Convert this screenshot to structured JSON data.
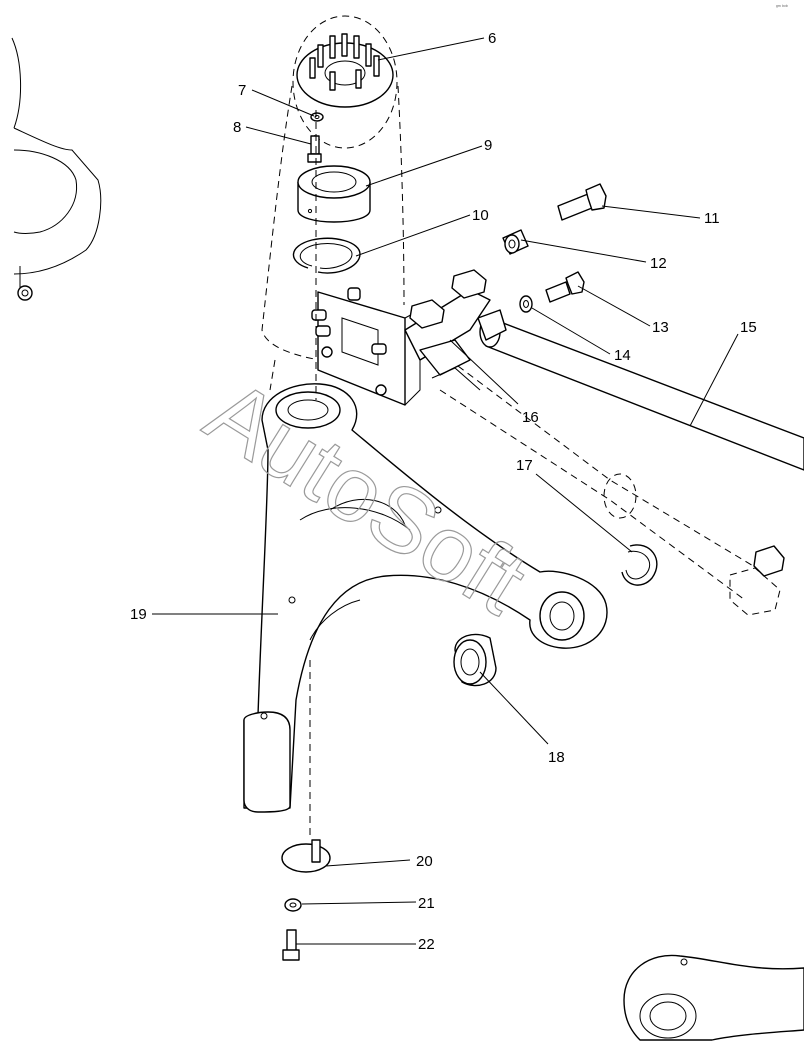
{
  "watermark": "AutoSoft",
  "corner_mark": "ᵍᵐ ᵇᵒᵇ",
  "callouts": [
    "6",
    "7",
    "8",
    "9",
    "10",
    "11",
    "12",
    "13",
    "14",
    "15",
    "16",
    "17",
    "18",
    "19",
    "20",
    "21",
    "22"
  ],
  "colors": {
    "line": "#000000",
    "watermark": "#9a9a9a",
    "background": "#ffffff"
  }
}
